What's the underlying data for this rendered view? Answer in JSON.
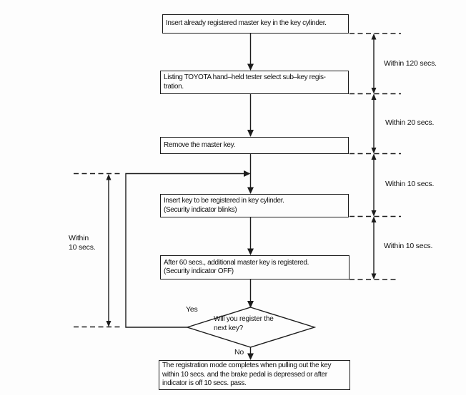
{
  "flowchart": {
    "title_hint": "Key registration procedure flowchart",
    "boxes": {
      "box1": {
        "lines": [
          "Insert already registered master key in the key cylinder."
        ]
      },
      "box2": {
        "lines": [
          "Listing TOYOTA hand–held tester select sub–key regis-",
          "tration."
        ]
      },
      "box3": {
        "lines": [
          "Remove the master key."
        ]
      },
      "box4": {
        "lines": [
          "Insert key to be registered in key cylinder.",
          "(Security indicator blinks)"
        ]
      },
      "box5": {
        "lines": [
          "After 60 secs., additional master key is registered.",
          "(Security indicator OFF)"
        ]
      },
      "box6": {
        "lines": [
          "The registration mode completes when pulling out the key",
          "within 10 secs. and the brake pedal is depressed or after",
          "indicator is off 10 secs. pass."
        ]
      }
    },
    "decision": {
      "lines": [
        "Will you register the",
        "next key?"
      ]
    },
    "branch_labels": {
      "yes": "Yes",
      "no": "No"
    },
    "timing_labels": {
      "right": [
        "Within 120 secs.",
        "Within 20 secs.",
        "Within 10 secs.",
        "Within 10 secs."
      ],
      "left": {
        "lines": [
          "Within",
          "10 secs."
        ]
      }
    },
    "colors": {
      "line": "#1c1c1c",
      "background": "#fdfdfd",
      "text": "#111111"
    }
  }
}
